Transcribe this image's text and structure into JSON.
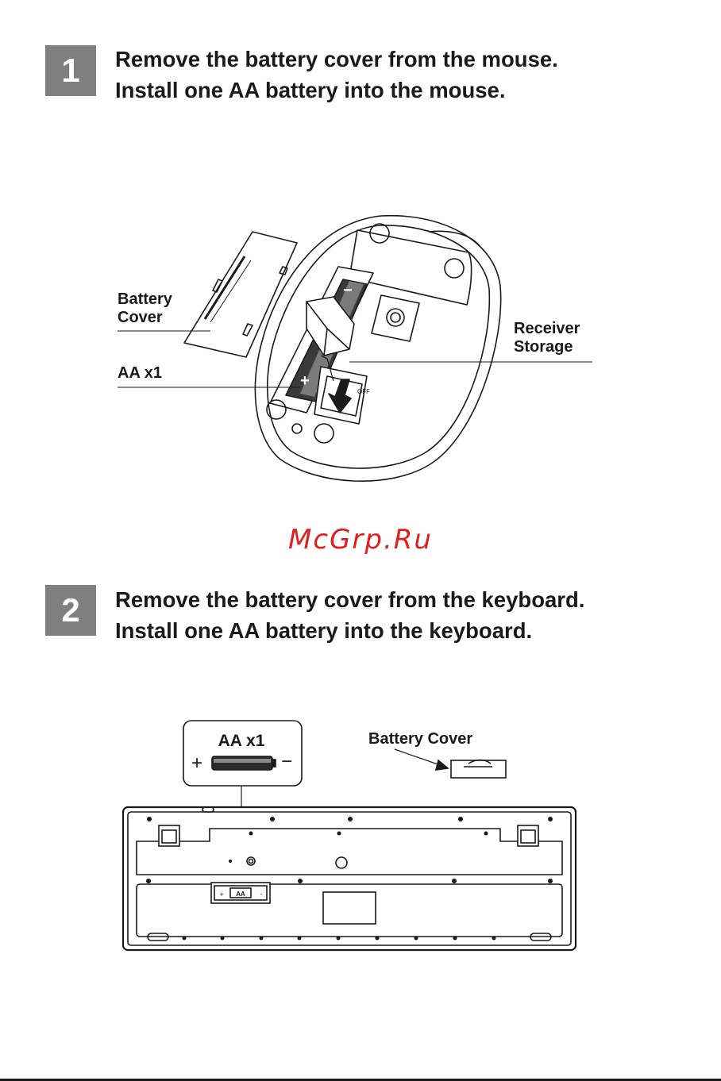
{
  "step1": {
    "number": "1",
    "line1": "Remove the battery cover from the mouse.",
    "line2": "Install one AA battery into the mouse.",
    "labels": {
      "battery_cover_line1": "Battery",
      "battery_cover_line2": "Cover",
      "aa_battery": "AA x1",
      "receiver_line1": "Receiver",
      "receiver_line2": "Storage"
    },
    "switch_text": "OFF",
    "battery_plus": "+",
    "battery_minus": "−"
  },
  "watermark": "McGrp.Ru",
  "step2": {
    "number": "2",
    "line1": "Remove the battery cover from the keyboard.",
    "line2": "Install one AA battery into the keyboard.",
    "callout": {
      "title": "AA x1",
      "plus": "+",
      "minus": "−"
    },
    "battery_cover_label": "Battery Cover",
    "compartment": {
      "plus": "+",
      "label": "AA",
      "minus": "-"
    }
  },
  "colors": {
    "badge": "#7f7f7f",
    "ink": "#1a1a1a",
    "watermark": "#e02020"
  }
}
